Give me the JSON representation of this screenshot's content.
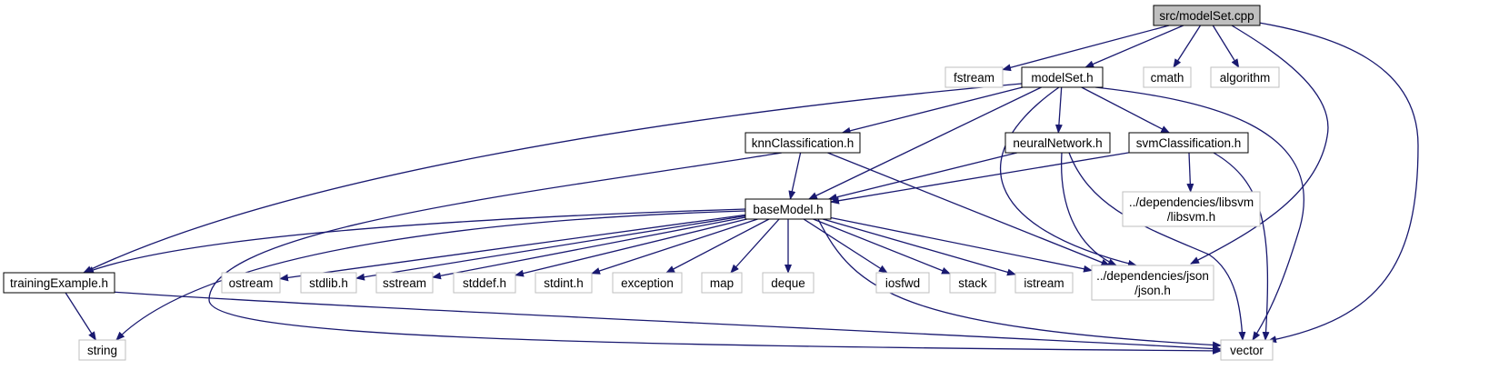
{
  "colors": {
    "edge": "#191970",
    "focus_fill": "#bfbfbf",
    "documented_border": "#000000",
    "external_border": "#bfbfbf",
    "text": "#000000",
    "background": "#ffffff"
  },
  "nodes": [
    {
      "id": "modelSet_cpp",
      "label": "src/modelSet.cpp",
      "kind": "focus"
    },
    {
      "id": "fstream",
      "label": "fstream",
      "kind": "external"
    },
    {
      "id": "modelSet_h",
      "label": "modelSet.h",
      "kind": "documented"
    },
    {
      "id": "cmath",
      "label": "cmath",
      "kind": "external"
    },
    {
      "id": "algorithm",
      "label": "algorithm",
      "kind": "external"
    },
    {
      "id": "knnClassification_h",
      "label": "knnClassification.h",
      "kind": "documented"
    },
    {
      "id": "neuralNetwork_h",
      "label": "neuralNetwork.h",
      "kind": "documented"
    },
    {
      "id": "svmClassification_h",
      "label": "svmClassification.h",
      "kind": "documented"
    },
    {
      "id": "libsvm_h",
      "label": "../dependencies/libsvm\n/libsvm.h",
      "kind": "external"
    },
    {
      "id": "baseModel_h",
      "label": "baseModel.h",
      "kind": "documented"
    },
    {
      "id": "trainingExample_h",
      "label": "trainingExample.h",
      "kind": "documented"
    },
    {
      "id": "ostream",
      "label": "ostream",
      "kind": "external"
    },
    {
      "id": "stdlib_h",
      "label": "stdlib.h",
      "kind": "external"
    },
    {
      "id": "sstream",
      "label": "sstream",
      "kind": "external"
    },
    {
      "id": "stddef_h",
      "label": "stddef.h",
      "kind": "external"
    },
    {
      "id": "stdint_h",
      "label": "stdint.h",
      "kind": "external"
    },
    {
      "id": "exception",
      "label": "exception",
      "kind": "external"
    },
    {
      "id": "map",
      "label": "map",
      "kind": "external"
    },
    {
      "id": "deque",
      "label": "deque",
      "kind": "external"
    },
    {
      "id": "iosfwd",
      "label": "iosfwd",
      "kind": "external"
    },
    {
      "id": "stack",
      "label": "stack",
      "kind": "external"
    },
    {
      "id": "istream",
      "label": "istream",
      "kind": "external"
    },
    {
      "id": "json_h",
      "label": "../dependencies/json\n/json.h",
      "kind": "external"
    },
    {
      "id": "string",
      "label": "string",
      "kind": "external"
    },
    {
      "id": "vector",
      "label": "vector",
      "kind": "external"
    }
  ],
  "edges": [
    {
      "from": "modelSet_cpp",
      "to": "fstream"
    },
    {
      "from": "modelSet_cpp",
      "to": "modelSet_h"
    },
    {
      "from": "modelSet_cpp",
      "to": "cmath"
    },
    {
      "from": "modelSet_cpp",
      "to": "algorithm"
    },
    {
      "from": "modelSet_cpp",
      "to": "json_h"
    },
    {
      "from": "modelSet_cpp",
      "to": "vector"
    },
    {
      "from": "modelSet_h",
      "to": "knnClassification_h"
    },
    {
      "from": "modelSet_h",
      "to": "neuralNetwork_h"
    },
    {
      "from": "modelSet_h",
      "to": "svmClassification_h"
    },
    {
      "from": "modelSet_h",
      "to": "baseModel_h"
    },
    {
      "from": "modelSet_h",
      "to": "trainingExample_h"
    },
    {
      "from": "modelSet_h",
      "to": "json_h"
    },
    {
      "from": "modelSet_h",
      "to": "vector"
    },
    {
      "from": "knnClassification_h",
      "to": "baseModel_h"
    },
    {
      "from": "knnClassification_h",
      "to": "json_h"
    },
    {
      "from": "knnClassification_h",
      "to": "vector"
    },
    {
      "from": "neuralNetwork_h",
      "to": "baseModel_h"
    },
    {
      "from": "neuralNetwork_h",
      "to": "json_h"
    },
    {
      "from": "neuralNetwork_h",
      "to": "vector"
    },
    {
      "from": "svmClassification_h",
      "to": "baseModel_h"
    },
    {
      "from": "svmClassification_h",
      "to": "libsvm_h"
    },
    {
      "from": "svmClassification_h",
      "to": "vector"
    },
    {
      "from": "baseModel_h",
      "to": "trainingExample_h"
    },
    {
      "from": "baseModel_h",
      "to": "string"
    },
    {
      "from": "baseModel_h",
      "to": "ostream"
    },
    {
      "from": "baseModel_h",
      "to": "stdlib_h"
    },
    {
      "from": "baseModel_h",
      "to": "sstream"
    },
    {
      "from": "baseModel_h",
      "to": "stddef_h"
    },
    {
      "from": "baseModel_h",
      "to": "stdint_h"
    },
    {
      "from": "baseModel_h",
      "to": "exception"
    },
    {
      "from": "baseModel_h",
      "to": "map"
    },
    {
      "from": "baseModel_h",
      "to": "deque"
    },
    {
      "from": "baseModel_h",
      "to": "iosfwd"
    },
    {
      "from": "baseModel_h",
      "to": "stack"
    },
    {
      "from": "baseModel_h",
      "to": "istream"
    },
    {
      "from": "baseModel_h",
      "to": "json_h"
    },
    {
      "from": "baseModel_h",
      "to": "vector"
    },
    {
      "from": "trainingExample_h",
      "to": "string"
    },
    {
      "from": "trainingExample_h",
      "to": "vector"
    }
  ]
}
